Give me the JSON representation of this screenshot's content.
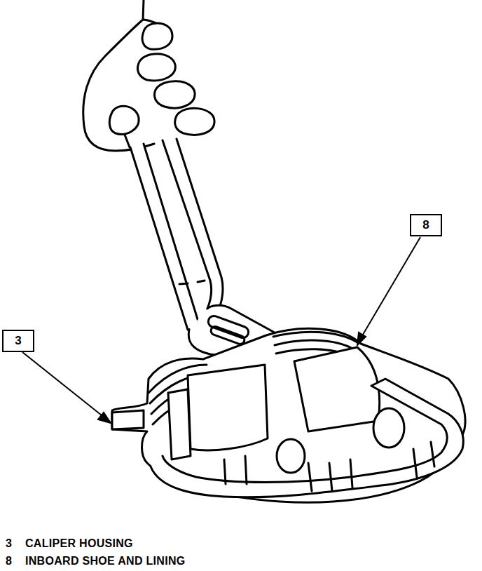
{
  "diagram": {
    "nodes": [
      {
        "text": [
          "8"
        ]
      },
      {
        "text": [
          "3"
        ]
      }
    ],
    "labels": [
      "3",
      "CALIPER HOUSING",
      "8",
      "INBOARD SHOE AND LINING"
    ]
  }
}
